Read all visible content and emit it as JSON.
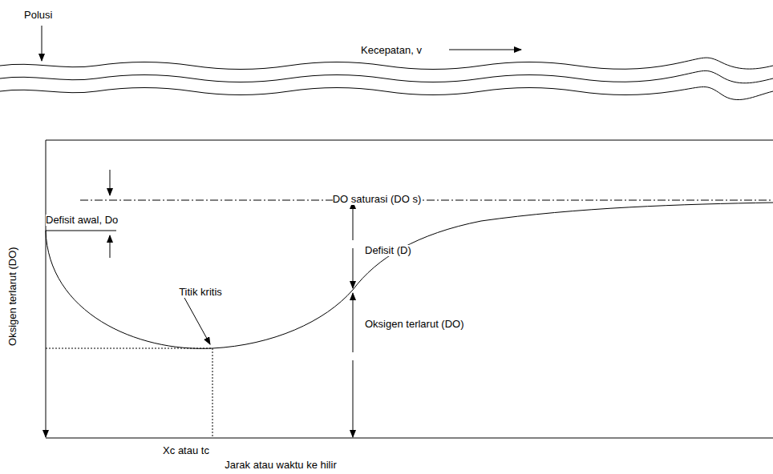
{
  "diagram": {
    "labels": [
      "Polusi",
      "Kecepatan, v",
      "DO saturasi (DO s)",
      "Defisit awal, Do",
      "Defisit (D)",
      "Titik kritis",
      "Oksigen terlarut (DO)",
      "Oksigen terlarut (DO)",
      "Xc atau tc",
      "Jarak atau waktu ke hilir"
    ]
  }
}
